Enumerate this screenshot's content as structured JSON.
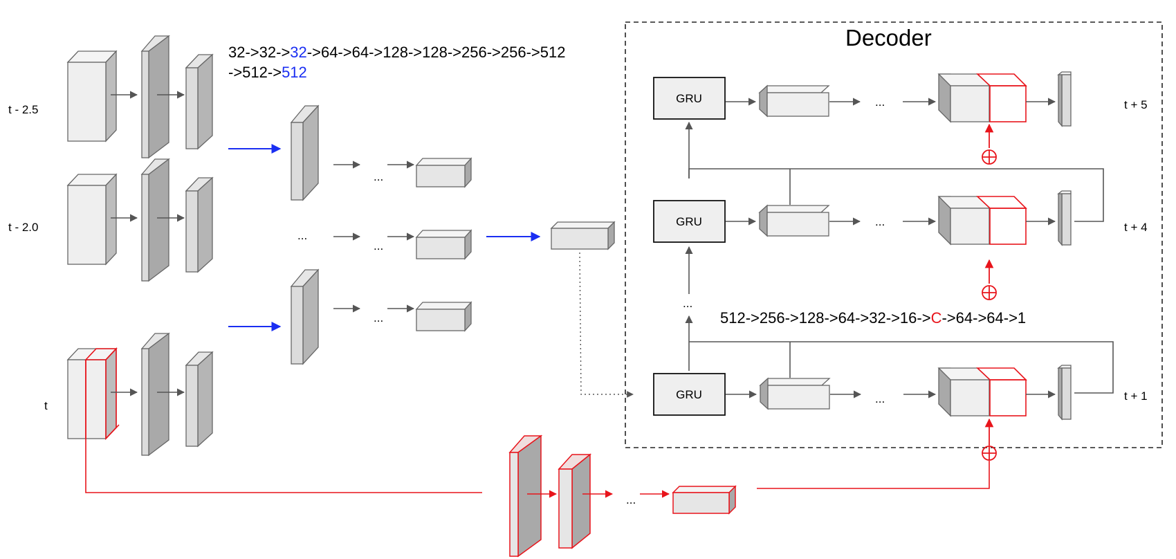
{
  "decoder": {
    "title": "Decoder",
    "gru_label": "GRU",
    "ellipsis": "...",
    "timestep_labels": [
      "t  + 5",
      "t  + 4",
      "t  + 1"
    ],
    "channel_sequence": {
      "parts": [
        "512->256->128->64->32->16->",
        "C",
        "->64->64->1"
      ],
      "highlight_color": "#e8141b"
    }
  },
  "encoder": {
    "input_labels": [
      "t - 2.5",
      "t - 2.0",
      "t"
    ],
    "ellipsis": "...",
    "channel_sequence": {
      "line1": [
        "32->32->",
        "32",
        "->64->64->128->128->256->256->512"
      ],
      "line2": [
        "->512->",
        "512"
      ],
      "highlight_color": "#1a2ef2"
    }
  },
  "colors": {
    "arrow_gray": "#555555",
    "block_face": "#efefef",
    "block_side": "#bdbdbd",
    "block_dark": "#a9a9a9",
    "red": "#e8141b",
    "blue": "#1a2ef2",
    "stroke": "#666666"
  }
}
